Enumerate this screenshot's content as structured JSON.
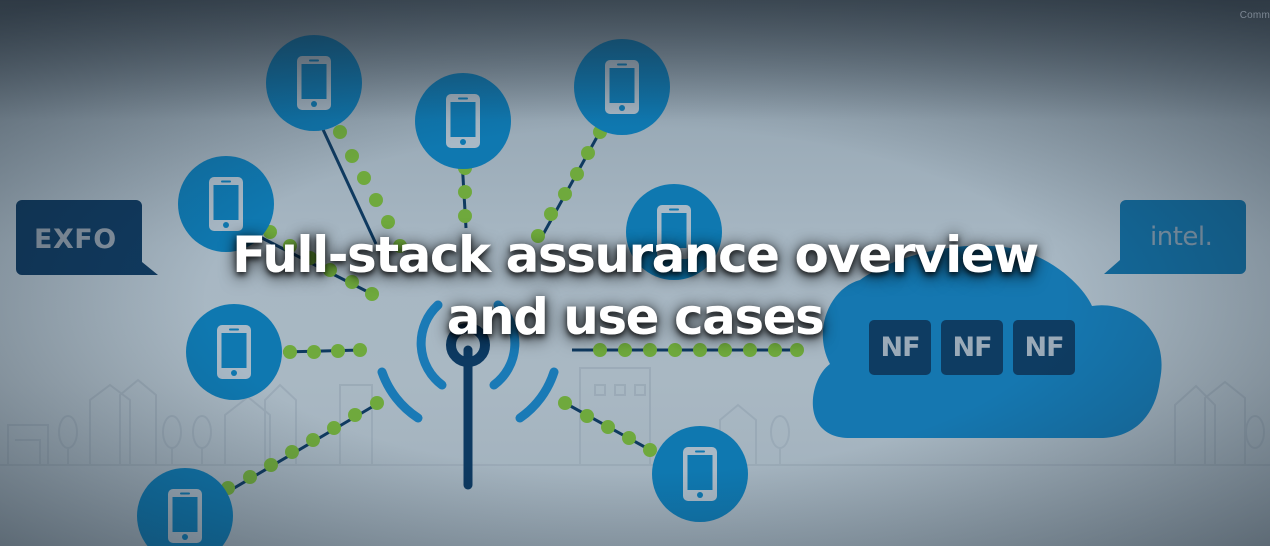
{
  "banner": {
    "title_line1": "Full-stack assurance overview",
    "title_line2": "and use cases",
    "corner_text": "Comm"
  },
  "logos": {
    "left": "EXFO",
    "right": "intel."
  },
  "cloud": {
    "network_functions": [
      "NF",
      "NF",
      "NF"
    ]
  },
  "colors": {
    "phone_circle": "#0f78b0",
    "dots": "#6fa93d",
    "line": "#0f3a60",
    "antenna": "#0d3a62",
    "cloud": "#1577b0",
    "nf_box": "#0e3c62"
  },
  "icons": {
    "devices": "smartphone-icon",
    "tower": "antenna-tower-icon",
    "cloud": "cloud-icon"
  }
}
